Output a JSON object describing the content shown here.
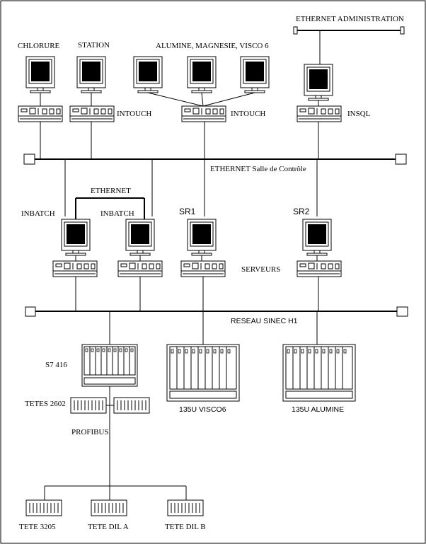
{
  "labels": {
    "ethernet_admin": "ETHERNET ADMINISTRATION",
    "chlorure": "CHLORURE",
    "station": "STATION",
    "alumine_group": "ALUMINE, MAGNESIE, VISCO 6",
    "intouch_1": "INTOUCH",
    "intouch_2": "INTOUCH",
    "insql": "INSQL",
    "ethernet_salle": "ETHERNET Salle de Contrôle",
    "ethernet": "ETHERNET",
    "inbatch_1": "INBATCH",
    "inbatch_2": "INBATCH",
    "sr1": "SR1",
    "sr2": "SR2",
    "serveurs": "SERVEURS",
    "reseau_sinec": "RESEAU SINEC H1",
    "s7_416": "S7 416",
    "tetes_2602": "TETES 2602",
    "profibus": "PROFIBUS",
    "u135_visco6": "135U VISCO6",
    "u135_alumine": "135U ALUMINE",
    "tete_3205": "TETE 3205",
    "tete_dil_a": "TETE DIL A",
    "tete_dil_b": "TETE DIL B"
  },
  "colors": {
    "line": "#000000",
    "screen": "#000000",
    "background": "#ffffff"
  }
}
